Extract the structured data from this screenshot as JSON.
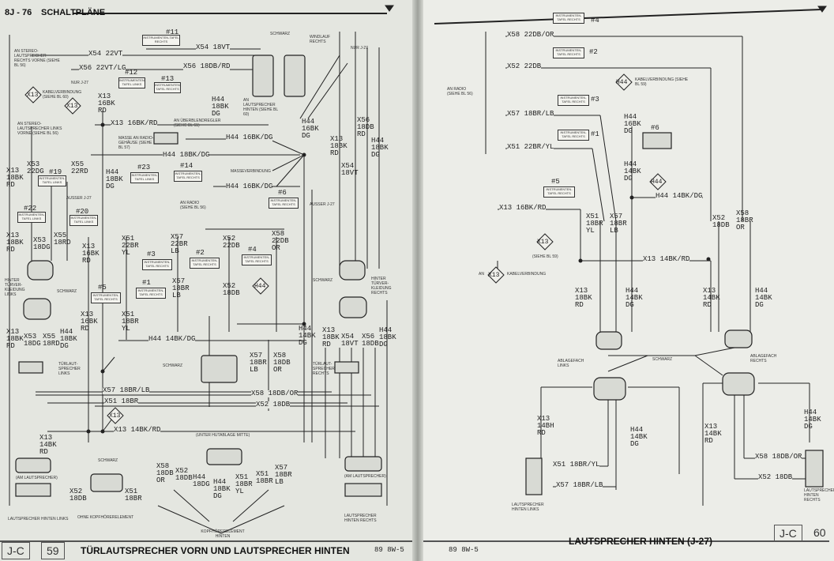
{
  "left_page": {
    "header": {
      "page_ref": "8J - 76",
      "section": "SCHALTPLÄNE"
    },
    "footer": {
      "page_code": "J-C",
      "page_number": "59",
      "title": "TÜRLAUTSPRECHER VORN UND LAUTSPRECHER HINTEN",
      "print_code": "89 8W-5"
    },
    "wire_labels": {
      "w1": "X54 22VT",
      "w2": "X54 18VT",
      "w3": "X56 22VT/LG",
      "w4": "X56 18DB/RD",
      "w5": "X13 16BK/RD",
      "w6": "X13 16BK/RD",
      "w7": "X13 16BK/RD",
      "w8": "H44 16BK/DG",
      "w9": "H44 18BK/DG",
      "w10": "H44 16BK/DG",
      "w11": "H44 14BK/DG",
      "w12": "H44 14BK/DG",
      "w13": "X57 18BR/LB",
      "w14": "X58 18DB/OR",
      "w15": "X52 18DB",
      "w16": "X51 18BR",
      "w17": "X13 14BK/RD",
      "v1": "X13 16BK RD",
      "v2": "H44 18BK DG",
      "v3": "H44 16BK DG",
      "v4": "X54 18VT",
      "v5": "X13 18BK RD",
      "v6": "X56 18DB RD",
      "v7": "H44 18BK DG",
      "v8": "X53 22DG",
      "v9": "X55 22RD",
      "v10": "X13 18BK RD",
      "v11": "H44 18BK DG",
      "v12": "X53 18DG",
      "v13": "X55 18RD",
      "v14": "X13 18BK RD",
      "v15": "X13 16BK RD",
      "v16": "X51 22BR YL",
      "v17": "X57 22BR LB",
      "v18": "X52 22DB",
      "v19": "X58 22DB OR",
      "v20": "X57 18BR LB",
      "v21": "X52 18DB",
      "v22": "X51 18BR YL",
      "v23": "X13 16BK RD",
      "v24": "H44 14BK DG",
      "v25": "X57 18BR LB",
      "v26": "X58 18DB OR",
      "v27": "X13 18BK RD",
      "v28": "X54 18VT",
      "v29": "X56 18DB",
      "v30": "H44 18BK DG",
      "v31": "X13 18BK RD",
      "v32": "X53 18DG",
      "v33": "X55 18RD",
      "v34": "H44 18BK DG",
      "v35": "X13 14BK RD",
      "v36": "X52 18DB",
      "v37": "X51 18BR",
      "v38": "X58 18DB OR",
      "v39": "X52 18DB",
      "v40": "H44 18DG",
      "v41": "H44 18BK DG",
      "v42": "X51 18BR YL",
      "v43": "X51 18BR",
      "v44": "X57 18BR LB"
    },
    "splice_labels": {
      "s1": "#11",
      "s2": "#12",
      "s3": "#13",
      "s4": "#19",
      "s5": "#20",
      "s6": "#22",
      "s7": "#23",
      "s8": "#14",
      "s9": "#6",
      "s10": "#3",
      "s11": "#2",
      "s12": "#4",
      "s13": "#1",
      "s14": "#5"
    },
    "connector_ids": {
      "c1": "X13",
      "c2": "X13",
      "c3": "H44",
      "c4": "X13"
    },
    "small_labels": {
      "a1": "AN STEREO-LAUTSPRECHER RECHTS VORNE (SIEHE BL 56)",
      "a2": "AN STEREO-LAUTSPRECHER LINKS VORNE (SIEHE BL 56)",
      "a3": "KABELVERBINDUNG (SIEHE BL 60)",
      "a4": "AN ÜBERBLENDREGLER (SIEHE BL 61)",
      "a5": "MASSE AN RADIO-GEHÄUSE (SIEHE BL 57)",
      "a6": "MASSEVERBINDUNG",
      "a7": "AN RADIO (SIEHE BL 56)",
      "a8": "SCHWARZ",
      "a9": "WINDLAUF RECHTS",
      "a10": "AN LAUTSPRECHER HINTEN (SIEHE BL 60)",
      "a11": "HINTER TÜRVER-KLEIDUNG LINKS",
      "a12": "HINTER TÜRVER-KLEIDUNG RECHTS",
      "a13": "TÜRLAUT-SPRECHER LINKS",
      "a14": "TÜRLAUT-SPRECHER RECHTS",
      "a15": "SCHWARZ",
      "a16": "SCHWARZ",
      "a17": "SCHWARZ",
      "a18": "SCHWARZ",
      "a19": "(UNTER HUTABLAGE MITTE)",
      "a20": "(AM LAUTSPRECHER)",
      "a21": "(AM LAUTSPRECHER)",
      "a22": "LAUTSPRECHER HINTEN LINKS",
      "a23": "OHNE KOPFHÖRERELEMENT",
      "a24": "KOPFHÖRERELEMENT HINTEN",
      "a25": "LAUTSPRECHER HINTEN RECHTS",
      "a26": "NUR J-27",
      "a27": "AUSSER J-27",
      "a28": "AUSSER J-27",
      "a29": "NUR J-27",
      "a30": "INSTRUMENTEN-TAFEL RECHTS",
      "a31": "INSTRUMENTEN-TAFEL LINKS",
      "a32": "INSTRUMENTEN-TAFEL RECHTS",
      "a33": "INSTRUMENTEN-TAFEL RECHTS"
    }
  },
  "right_page": {
    "footer": {
      "page_code": "J-C",
      "page_number": "60",
      "title": "LAUTSPRECHER HINTEN (J-27)",
      "print_code": "89 8W-5"
    },
    "wire_labels": {
      "w1": "X58 22DB/OR",
      "w2": "X52 22DB",
      "w3": "X57 18BR/LB",
      "w4": "X51 22BR/YL",
      "w5": "X13 16BK/RD",
      "w6": "H44 14BK/DG",
      "w7": "X13 14BK/RD",
      "w8": "X51 18BR/YL",
      "w9": "X57 18BR/LB",
      "w10": "X58 18DB/OR",
      "w11": "X52 18DB",
      "v1": "H44 16BK DG",
      "v2": "H44 14BK DG",
      "v3": "X51 18BR YL",
      "v4": "X57 18BR LB",
      "v5": "X52 18DB",
      "v6": "X58 18BR OR",
      "v7": "X13 18BK RD",
      "v8": "H44 14BK DG",
      "v9": "X13 14BK RD",
      "v10": "H44 14BK DG",
      "v11": "X13 14BH RD",
      "v12": "H44 14BK DG",
      "v13": "X13 14BK RD",
      "v14": "H44 14BK DG"
    },
    "splice_labels": {
      "s1": "#4",
      "s2": "#2",
      "s3": "#3",
      "s4": "#1",
      "s5": "#6",
      "s6": "#5"
    },
    "connector_ids": {
      "c1": "H44",
      "c2": "H44",
      "c3": "X13",
      "c4": "X13"
    },
    "small_labels": {
      "a1": "AN RADIO (SIEHE BL 56)",
      "a2": "KABELVERBINDUNG (SIEHE BL 59)",
      "a3": "KABELVERBINDUNG",
      "a4": "(SIEHE BL 59)",
      "a5": "SCHWARZ",
      "a6": "ABLAGEFACH LINKS",
      "a7": "ABLAGEFACH RECHTS",
      "a8": "LAUTSPRECHER HINTEN LINKS",
      "a9": "LAUTSPRECHER HINTEN RECHTS",
      "a10": "AN",
      "a11": "INSTRUMENTEN-TAFEL RECHTS"
    }
  }
}
